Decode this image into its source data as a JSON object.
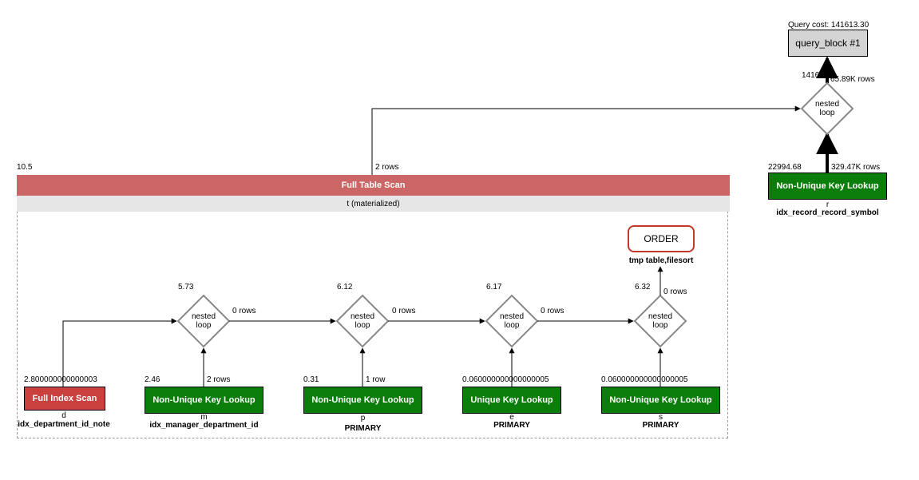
{
  "query_cost": "Query cost: 141613.30",
  "query_block": "query_block #1",
  "top_join": {
    "cost": "141613.3",
    "rows": "65.89K rows",
    "label_line1": "nested",
    "label_line2": "loop"
  },
  "record_lookup": {
    "cost": "22994.68",
    "rows": "329.47K rows",
    "label": "Non-Unique Key Lookup",
    "alias": "r",
    "key": "idx_record_record_symbol"
  },
  "derived_table": {
    "cost": "10.5",
    "rows": "2 rows",
    "header": "Full Table Scan",
    "name": "t (materialized)"
  },
  "order": {
    "label": "ORDER",
    "note": "tmp table,filesort"
  },
  "joins": [
    {
      "cost": "5.73",
      "rows": "0 rows",
      "l1": "nested",
      "l2": "loop"
    },
    {
      "cost": "6.12",
      "rows": "0 rows",
      "l1": "nested",
      "l2": "loop"
    },
    {
      "cost": "6.17",
      "rows": "0 rows",
      "l1": "nested",
      "l2": "loop"
    },
    {
      "cost": "6.32",
      "rows": "0 rows",
      "l1": "nested",
      "l2": "loop"
    }
  ],
  "tables": [
    {
      "cost": "2.800000000000003",
      "rows": "",
      "label": "Full Index Scan",
      "alias": "d",
      "key": "idx_department_id_note"
    },
    {
      "cost": "2.46",
      "rows": "2 rows",
      "label": "Non-Unique Key Lookup",
      "alias": "m",
      "key": "idx_manager_department_id"
    },
    {
      "cost": "0.31",
      "rows": "1 row",
      "label": "Non-Unique Key Lookup",
      "alias": "p",
      "key": "PRIMARY"
    },
    {
      "cost": "0.060000000000000005",
      "rows": "",
      "label": "Unique Key Lookup",
      "alias": "e",
      "key": "PRIMARY"
    },
    {
      "cost": "0.060000000000000005",
      "rows": "",
      "label": "Non-Unique Key Lookup",
      "alias": "s",
      "key": "PRIMARY"
    }
  ],
  "colors": {
    "green": "#0a7d0a",
    "red": "#c9403f",
    "scan_header": "#cc6666"
  }
}
